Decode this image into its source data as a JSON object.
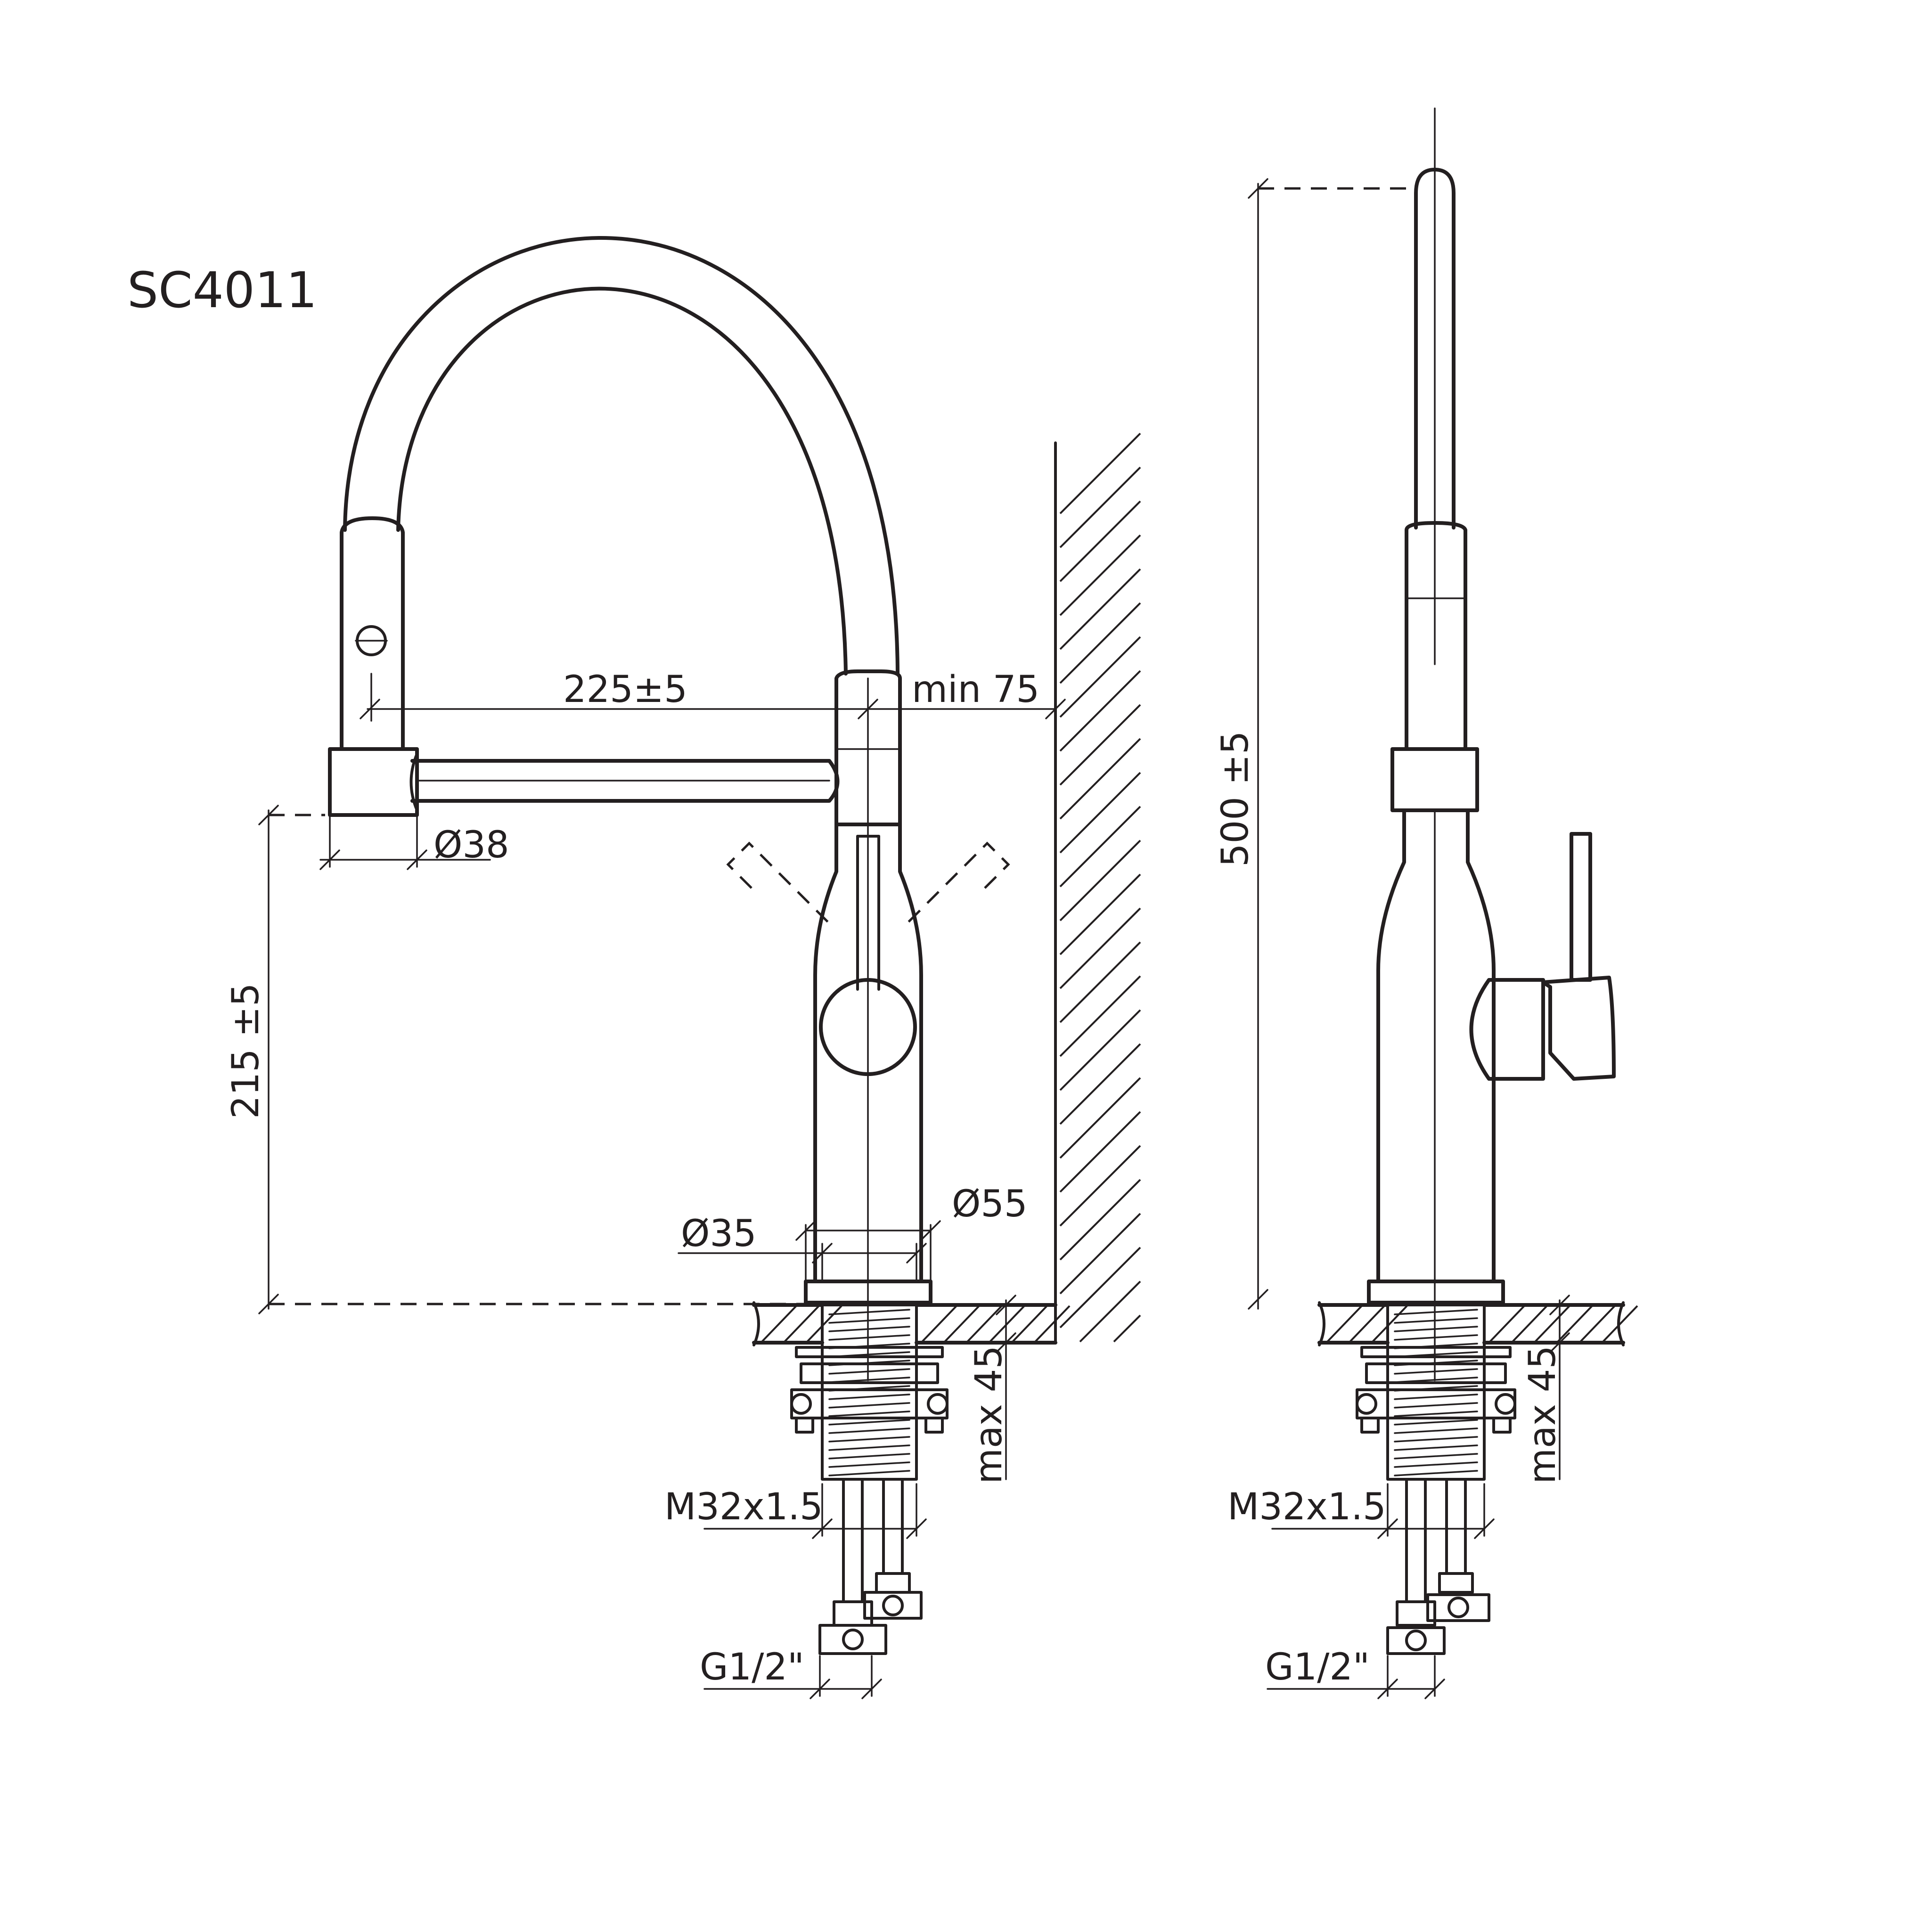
{
  "title": "SC4011",
  "front_view": {
    "dim_spout_reach": "225±5",
    "dim_wall_clearance": "min 75",
    "dim_spray_head_diameter": "Ø38",
    "dim_spout_height": "215 ±5",
    "dim_body_diameter": "Ø35",
    "dim_base_diameter": "Ø55",
    "dim_max_countertop": "max 45",
    "dim_thread": "M32x1.5",
    "dim_connection": "G1/2\""
  },
  "side_view": {
    "dim_total_height": "500 ±5",
    "dim_max_countertop": "max 45",
    "dim_thread": "M32x1.5",
    "dim_connection": "G1/2\""
  },
  "colors": {
    "line": "#231f20",
    "background": "#ffffff"
  }
}
